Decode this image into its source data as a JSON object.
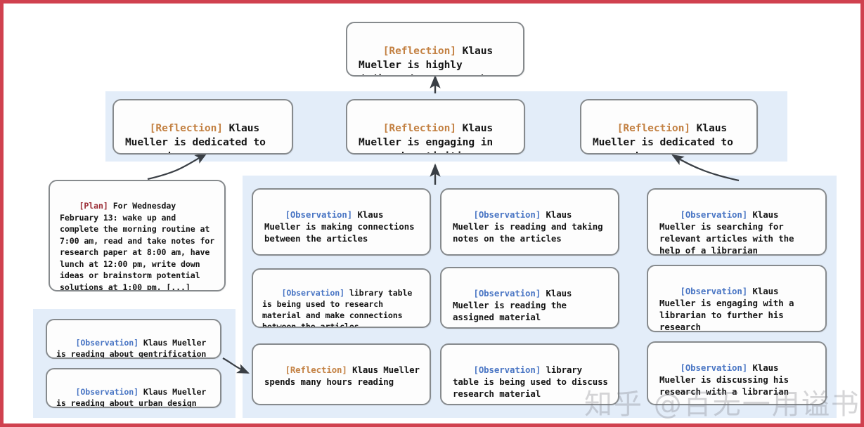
{
  "frame": {
    "border_color": "#d0414f",
    "background": "#ffffff",
    "panel_color": "#e3edf9"
  },
  "tag_colors": {
    "reflection": "#c38143",
    "observation": "#4a76c4",
    "plan": "#9b2d36"
  },
  "watermark": {
    "text": "知乎 @百无一用谥书生"
  },
  "nodes": {
    "top_reflection": {
      "tag": "[Reflection]",
      "tag_type": "reflection",
      "text": " Klaus Mueller is highly dedicated to research"
    },
    "mid_reflection_1": {
      "tag": "[Reflection]",
      "tag_type": "reflection",
      "text": " Klaus Mueller is dedicated to research"
    },
    "mid_reflection_2": {
      "tag": "[Reflection]",
      "tag_type": "reflection",
      "text": " Klaus Mueller is engaging in research activities"
    },
    "mid_reflection_3": {
      "tag": "[Reflection]",
      "tag_type": "reflection",
      "text": " Klaus Mueller is dedicated to research"
    },
    "plan": {
      "tag": "[Plan]",
      "tag_type": "plan",
      "text": " For Wednesday February 13: wake up and complete the morning routine at 7:00 am, read and take notes for research paper at 8:00 am, have lunch at 12:00 pm, write down ideas or brainstorm potential solutions at 1:00 pm, [...]"
    },
    "left_obs_1": {
      "tag": "[Observation]",
      "tag_type": "observation",
      "text": " Klaus Mueller is reading about gentrification"
    },
    "left_obs_2": {
      "tag": "[Observation]",
      "tag_type": "observation",
      "text": " Klaus Mueller is reading about urban design"
    },
    "col2_obs_1": {
      "tag": "[Observation]",
      "tag_type": "observation",
      "text": " Klaus Mueller is making connections between the articles"
    },
    "col2_obs_2": {
      "tag": "[Observation]",
      "tag_type": "observation",
      "text": " library table is being used to research material and make connections between the articles"
    },
    "col2_reflection": {
      "tag": "[Reflection]",
      "tag_type": "reflection",
      "text": " Klaus Mueller spends many hours reading"
    },
    "col3_obs_1": {
      "tag": "[Observation]",
      "tag_type": "observation",
      "text": " Klaus Mueller is reading and taking notes on the articles"
    },
    "col3_obs_2": {
      "tag": "[Observation]",
      "tag_type": "observation",
      "text": " Klaus Mueller is reading the assigned material"
    },
    "col3_obs_3": {
      "tag": "[Observation]",
      "tag_type": "observation",
      "text": " library table is being used to discuss research material"
    },
    "col4_obs_1": {
      "tag": "[Observation]",
      "tag_type": "observation",
      "text": " Klaus Mueller is searching for relevant articles with the help of a librarian"
    },
    "col4_obs_2": {
      "tag": "[Observation]",
      "tag_type": "observation",
      "text": " Klaus Mueller is engaging with a librarian to further his research"
    },
    "col4_obs_3": {
      "tag": "[Observation]",
      "tag_type": "observation",
      "text": " Klaus Mueller is discussing his research with a librarian"
    }
  }
}
